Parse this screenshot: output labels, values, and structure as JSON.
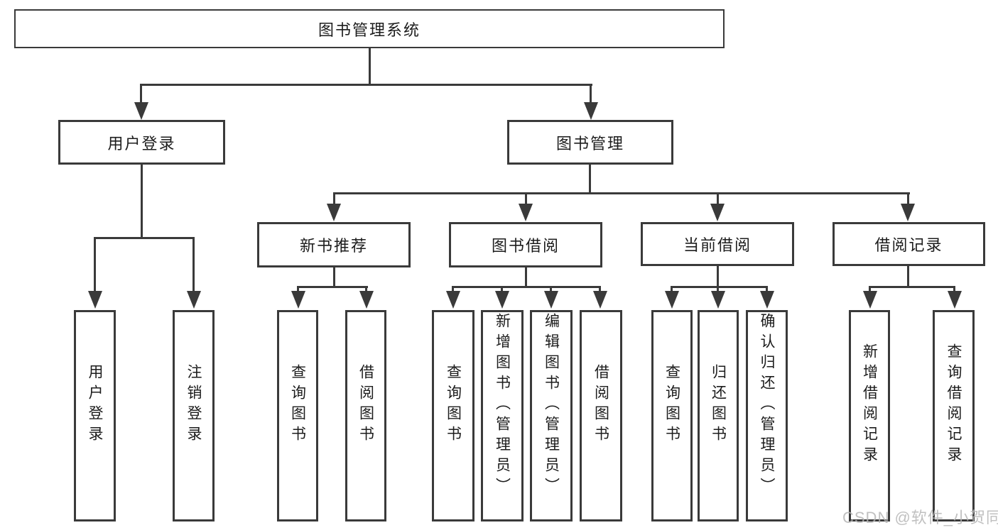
{
  "diagram": {
    "root": "图书管理系统",
    "user_login": {
      "label": "用户登录",
      "login": "用户登录",
      "logout": "注销登录"
    },
    "book_mgmt": {
      "label": "图书管理",
      "new_books": {
        "label": "新书推荐",
        "query": "查询图书",
        "borrow": "借阅图书"
      },
      "book_borrow": {
        "label": "图书借阅",
        "query": "查询图书",
        "add": "新增图书（管理员）",
        "edit": "编辑图书（管理员）",
        "borrow": "借阅图书"
      },
      "current_borrow": {
        "label": "当前借阅",
        "query": "查询图书",
        "return": "归还图书",
        "confirm": "确认归还（管理员）"
      },
      "borrow_records": {
        "label": "借阅记录",
        "add": "新增借阅记录",
        "query": "查询借阅记录"
      }
    },
    "watermark": "CSDN @软件_小贺同学"
  }
}
